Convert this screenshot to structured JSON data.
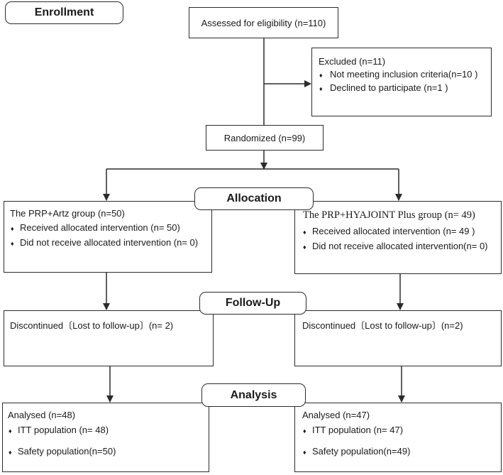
{
  "stages": {
    "enrollment": "Enrollment",
    "allocation": "Allocation",
    "followup": "Follow-Up",
    "analysis": "Analysis"
  },
  "assessed": "Assessed for eligibility (n=110)",
  "excluded": {
    "title": "Excluded (n=11)",
    "items": [
      "Not meeting inclusion criteria(n=10 )",
      "Declined to participate (n=1 )"
    ]
  },
  "randomized": "Randomized (n=99)",
  "bullet": "♦",
  "left": {
    "allocation": {
      "title": "The PRP+Artz group (n=50)",
      "items": [
        "Received allocated intervention (n= 50)",
        "Did not receive allocated intervention (n= 0)"
      ]
    },
    "followup": "Discontinued〔Lost to follow-up〕(n= 2)",
    "analysis": {
      "title": "Analysed (n=48)",
      "items": [
        "ITT population (n= 48)",
        "Safety population(n=50)"
      ]
    }
  },
  "right": {
    "allocation": {
      "title": "The PRP+HYAJOINT Plus group (n= 49)",
      "items": [
        "Received allocated intervention (n= 49 )",
        "Did not receive allocated intervention(n= 0)"
      ]
    },
    "followup": "Discontinued〔Lost to follow-up〕(n=2)",
    "analysis": {
      "title": "Analysed (n=47)",
      "items": [
        "ITT population (n= 47)",
        "Safety population(n=49)"
      ]
    }
  }
}
